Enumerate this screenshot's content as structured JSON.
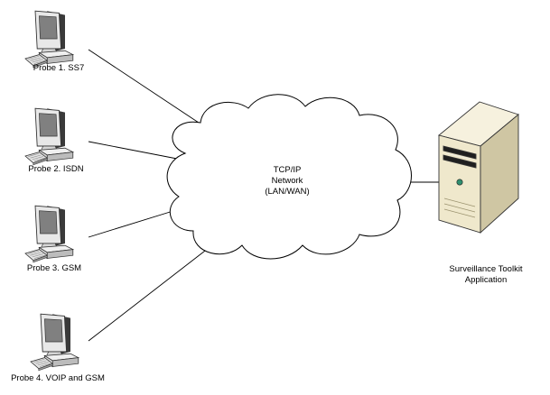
{
  "probes": [
    {
      "label": "Probe 1. SS7"
    },
    {
      "label": "Probe 2. ISDN"
    },
    {
      "label": "Probe 3. GSM"
    },
    {
      "label": "Probe 4. VOIP and GSM"
    }
  ],
  "network": {
    "lines": [
      "TCP/IP",
      "Network",
      "(LAN/WAN)"
    ]
  },
  "server": {
    "lines": [
      "Surveillance Toolkit",
      "Application"
    ]
  },
  "colors": {
    "monitor_shadow": "#2f2f2f",
    "monitor_body": "#e6e6e6",
    "screen": "#7e7e7e",
    "server_front": "#efe8cc",
    "server_side": "#cfc6a3",
    "server_top": "#f6f1de",
    "power_led": "#2f8f6f"
  }
}
